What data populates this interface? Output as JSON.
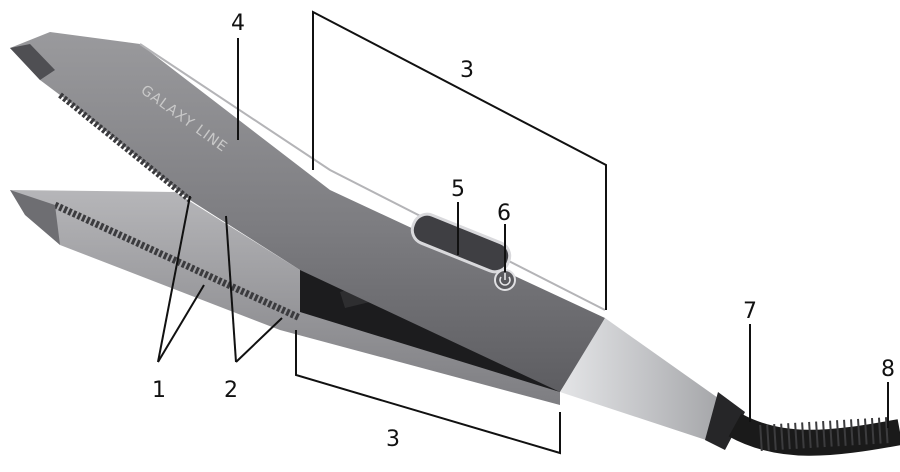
{
  "colors": {
    "body_metal": "#8e8e91",
    "body_dark": "#606064",
    "plate_light": "#a9a9ac",
    "hinge_black": "#1c1c1e",
    "cone_silver": "#cfd0d2",
    "cord_black": "#1a1a1a"
  },
  "brand_text": "GALAXY LINE",
  "icons": {
    "power_button": "power-icon"
  },
  "labels": {
    "l1": "1",
    "l2": "2",
    "l3_top": "3",
    "l3_bottom": "3",
    "l4": "4",
    "l5": "5",
    "l6": "6",
    "l7": "7",
    "l8": "8"
  }
}
